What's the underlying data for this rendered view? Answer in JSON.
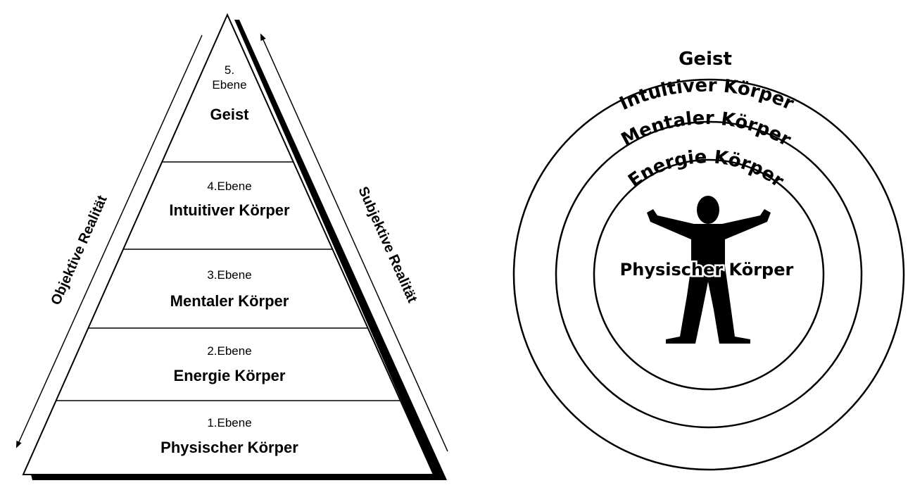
{
  "pyramid": {
    "levels": [
      {
        "number": "5.",
        "number2": "Ebene",
        "name": "Geist"
      },
      {
        "number": "4.Ebene",
        "name": "Intuitiver Körper"
      },
      {
        "number": "3.Ebene",
        "name": "Mentaler Körper"
      },
      {
        "number": "2.Ebene",
        "name": "Energie Körper"
      },
      {
        "number": "1.Ebene",
        "name": "Physischer Körper"
      }
    ],
    "left_label": "Objektive Realität",
    "right_label": "Subjektive Realität"
  },
  "circles": {
    "top_label": "Geist",
    "outer_ring": "Intuitiver Körper",
    "middle_ring": "Mentaler Körper",
    "inner_ring": "Energie Körper",
    "center_label": "Physischer Körper",
    "figure_icon": "human-figure-icon"
  },
  "colors": {
    "ink": "#000000",
    "paper": "#ffffff"
  }
}
